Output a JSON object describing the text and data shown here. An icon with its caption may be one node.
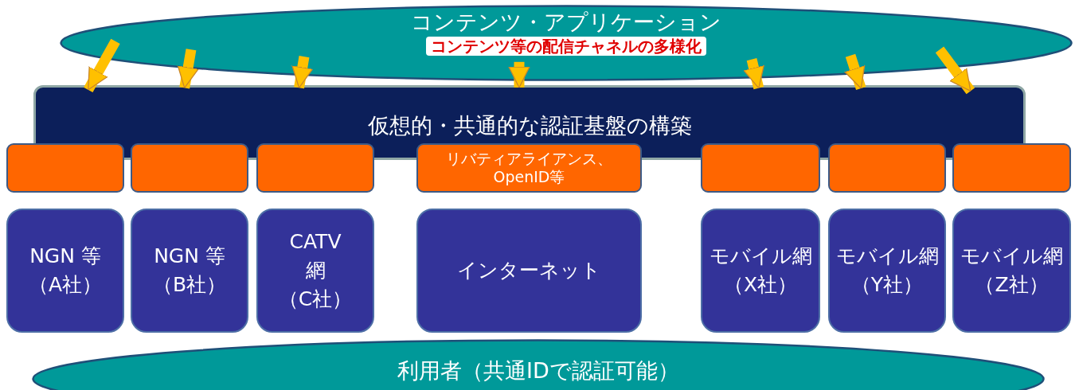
{
  "diagram": {
    "nodes": [
      {
        "text": [
          "コンテンツ・アプリケーション",
          "コンテンツ等の配信チャネルの多様化"
        ]
      },
      {
        "text": [
          "仮想的・共通的な認証基盤の構築"
        ]
      },
      {
        "text": [],
        "shape": "box"
      },
      {
        "text": [],
        "shape": "box"
      },
      {
        "text": [],
        "shape": "box"
      },
      {
        "text": [
          "リバティアライアンス、OpenID等"
        ]
      },
      {
        "text": [],
        "shape": "box"
      },
      {
        "text": [],
        "shape": "box"
      },
      {
        "text": [],
        "shape": "box"
      },
      {
        "text": [
          "NGN 等（A社）"
        ]
      },
      {
        "text": [
          "NGN 等（B社）"
        ]
      },
      {
        "text": [
          "CATV 網（C社）"
        ]
      },
      {
        "text": [
          "インターネット"
        ]
      },
      {
        "text": [
          "モバイル網（X社）"
        ]
      },
      {
        "text": [
          "モバイル網（Y社）"
        ]
      },
      {
        "text": [
          "モバイル網（Z社）"
        ]
      },
      {
        "text": [
          "利用者（共通IDで認証可能）"
        ]
      }
    ],
    "edges": [
      {
        "from": 0,
        "to": 1,
        "arrow": "to"
      },
      {
        "from": 0,
        "to": 1,
        "arrow": "to"
      },
      {
        "from": 0,
        "to": 1,
        "arrow": "to"
      },
      {
        "from": 0,
        "to": 1,
        "arrow": "to"
      },
      {
        "from": 0,
        "to": 1,
        "arrow": "to"
      },
      {
        "from": 0,
        "to": 1,
        "arrow": "to"
      },
      {
        "from": 0,
        "to": 1,
        "arrow": "to"
      }
    ]
  }
}
